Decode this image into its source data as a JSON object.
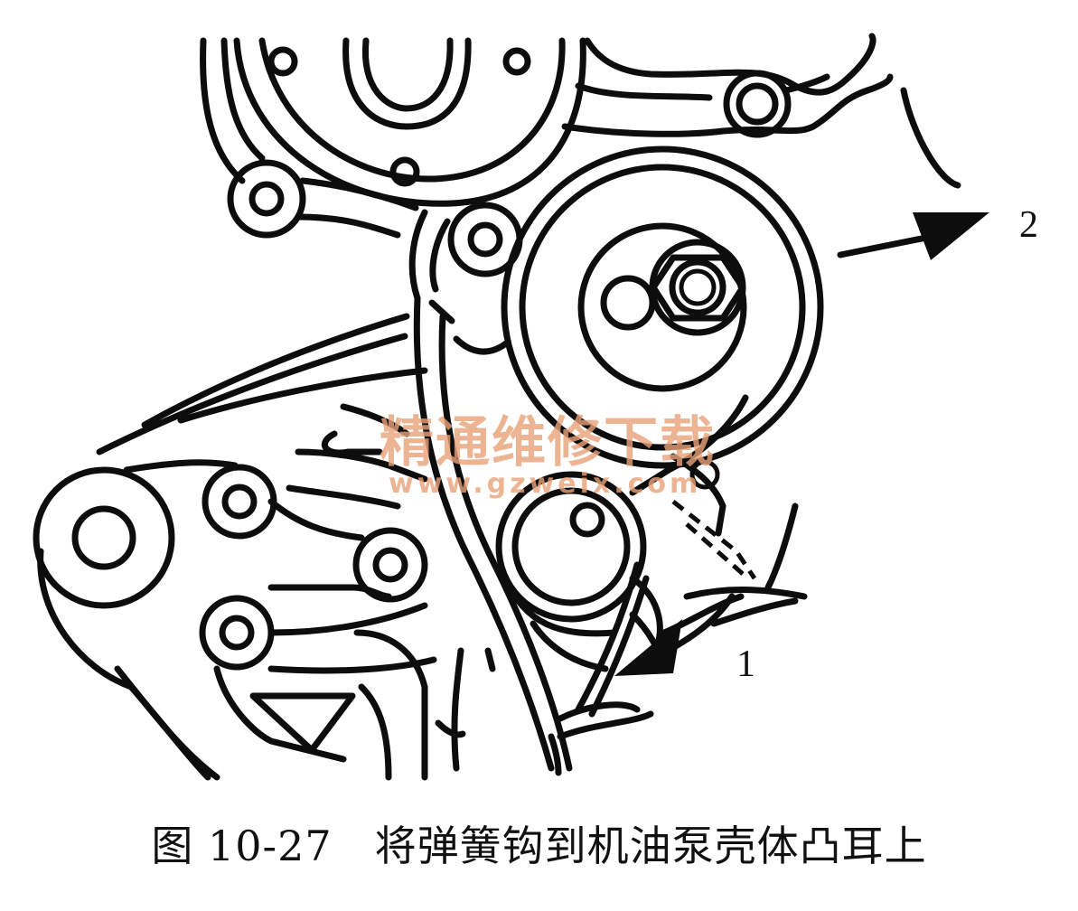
{
  "figure": {
    "callouts": {
      "callout_1": "1",
      "callout_2": "2"
    },
    "watermark": {
      "text_cn": "精通维修下载",
      "url": "www.gzweix.com",
      "color": "#e9a27a"
    }
  },
  "caption": "图 10-27　将弹簧钩到机油泵壳体凸耳上"
}
